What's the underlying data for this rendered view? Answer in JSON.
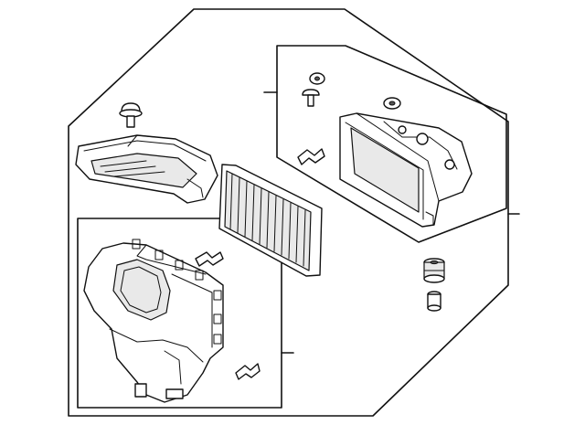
{
  "diagram": {
    "colors": {
      "line": "#111111",
      "background": "#ffffff",
      "shade": "#e9e9e9"
    },
    "parts": [
      {
        "id": "air-cleaner-assembly",
        "icon": "assembly-outline"
      },
      {
        "id": "intake-cover",
        "icon": "duct-cover"
      },
      {
        "id": "air-filter-element",
        "icon": "filter-panel"
      },
      {
        "id": "lower-housing",
        "icon": "housing-case"
      },
      {
        "id": "upper-housing",
        "icon": "housing-frame"
      },
      {
        "id": "grommet",
        "icon": "rubber-grommet"
      },
      {
        "id": "clips",
        "icon": "clip"
      }
    ]
  }
}
